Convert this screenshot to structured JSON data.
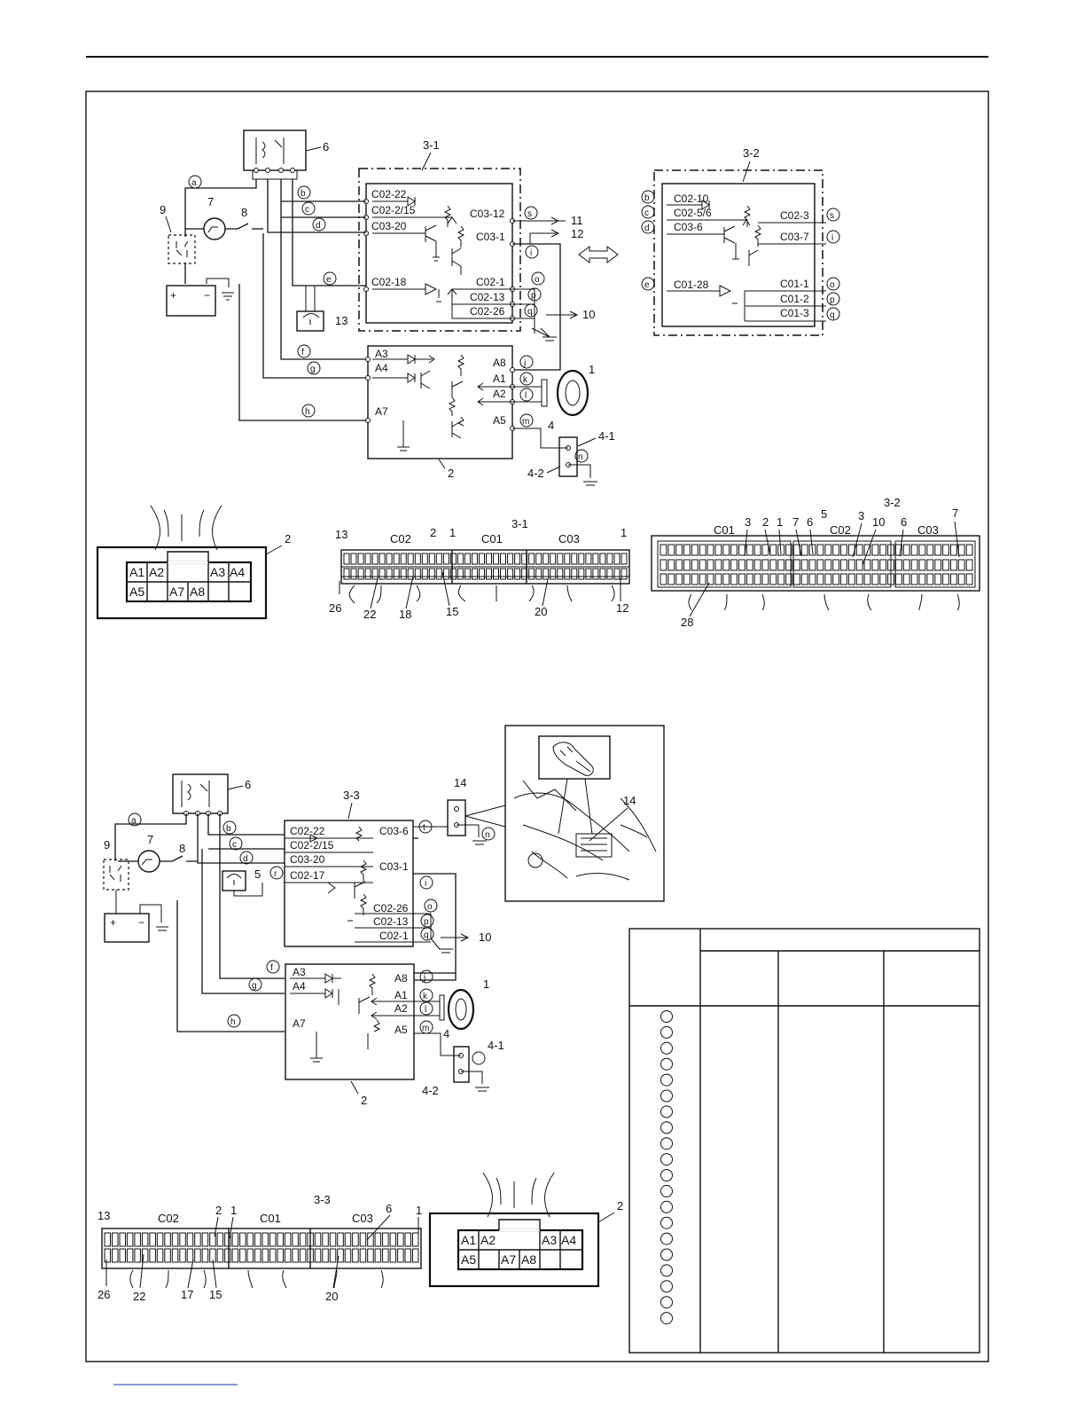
{
  "diagram_top": {
    "relay_label": "6",
    "ecm_label": "3-1",
    "ecm_alt_label": "3-2",
    "ignition_label": "8",
    "meter_label": "7",
    "fuse_label": "9",
    "sensor_label": "13",
    "ground_label": "10",
    "module_label": "2",
    "coil_label": "1",
    "conn_label": "4",
    "conn_a": "4-1",
    "conn_b": "4-2",
    "out_s": "11",
    "out_i": "12",
    "ecm_pins": [
      "C02-22",
      "C02-2/15",
      "C03-20",
      "C02-18",
      "C03-12",
      "C03-1",
      "C02-1",
      "C02-13",
      "C02-26"
    ],
    "alt_pins": [
      "C02-10",
      "C02-5/6",
      "C03-6",
      "C01-28",
      "C02-3",
      "C03-7",
      "C01-1",
      "C01-2",
      "C01-3"
    ],
    "module_pins": [
      "A3",
      "A4",
      "A7",
      "A8",
      "A1",
      "A2",
      "A5"
    ],
    "letters": [
      "a",
      "b",
      "c",
      "d",
      "e",
      "f",
      "g",
      "h",
      "j",
      "k",
      "l",
      "m",
      "n",
      "o",
      "p",
      "q",
      "s",
      "i"
    ]
  },
  "connector_views_top": {
    "module_label": "2",
    "module_cells": [
      "A1",
      "A2",
      "A3",
      "A4",
      "A5",
      "A7",
      "A8"
    ],
    "ecm_label": "3-1",
    "ecm_groups": [
      "C02",
      "C01",
      "C03"
    ],
    "ecm_numbers": [
      "13",
      "2",
      "1",
      "1",
      "26",
      "22",
      "18",
      "15",
      "20",
      "12"
    ],
    "alt_label": "3-2",
    "alt_groups": [
      "C01",
      "C02",
      "C03"
    ],
    "alt_numbers": [
      "3",
      "2",
      "1",
      "7",
      "6",
      "5",
      "3",
      "10",
      "6",
      "7",
      "28"
    ]
  },
  "diagram_bottom": {
    "relay_label": "6",
    "ecm_label": "3-3",
    "sensor_label": "5",
    "meter_label": "7",
    "ignition_label": "8",
    "fuse_label": "9",
    "ground_label": "10",
    "module_label": "2",
    "coil_label": "1",
    "conn_label": "4",
    "conn_a": "4-1",
    "conn_b": "4-2",
    "sensor14_label": "14",
    "photo_label": "14",
    "ecm_pins": [
      "C02-22",
      "C02-2/15",
      "C03-20",
      "C02-17",
      "C03-6",
      "C03-1",
      "C02-26",
      "C02-13",
      "C02-1"
    ],
    "module_pins": [
      "A3",
      "A4",
      "A7",
      "A8",
      "A1",
      "A2",
      "A5"
    ],
    "letters": [
      "a",
      "b",
      "c",
      "d",
      "r",
      "f",
      "g",
      "h",
      "t",
      "n",
      "i",
      "o",
      "p",
      "q",
      "j",
      "k",
      "l",
      "m"
    ]
  },
  "connector_views_bottom": {
    "ecm_label": "3-3",
    "ecm_groups": [
      "C02",
      "C01",
      "C03"
    ],
    "ecm_numbers": [
      "13",
      "2",
      "1",
      "6",
      "1",
      "26",
      "22",
      "17",
      "15",
      "20"
    ],
    "module_label": "2",
    "module_cells": [
      "A1",
      "A2",
      "A3",
      "A4",
      "A5",
      "A7",
      "A8"
    ]
  },
  "table": {
    "row_count": 20
  }
}
